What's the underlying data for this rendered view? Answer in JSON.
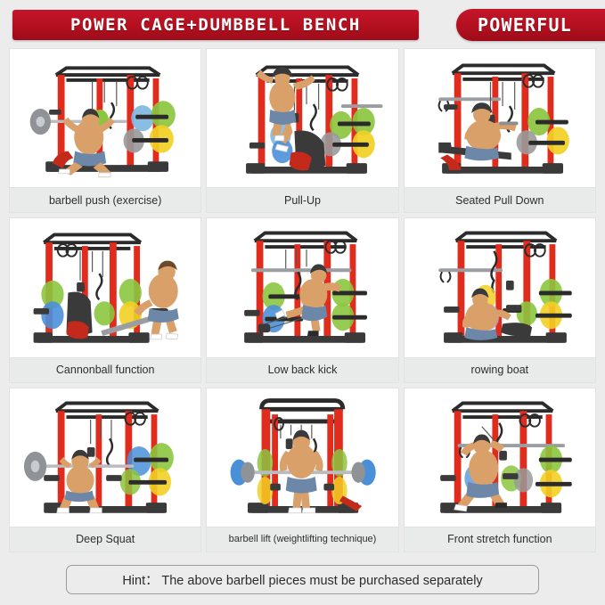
{
  "header": {
    "main_banner": "POWER CAGE+DUMBBELL BENCH",
    "pill_banner": "POWERFUL",
    "banner_color": "#b3101f"
  },
  "colors": {
    "page_background": "#ececec",
    "cell_background": "#ffffff",
    "caption_background": "#e9eaea",
    "accent_red": "#b3101f",
    "frame_red": "#e02b1d",
    "frame_black": "#2b2b2b",
    "plate_green": "#8cc63f",
    "plate_yellow": "#f2d024",
    "plate_blue": "#4a90d9",
    "plate_gray": "#8a8a8a",
    "skin": "#d9a06a",
    "shorts_blue": "#6c87a8"
  },
  "grid": {
    "rows": 3,
    "columns": 3,
    "cells": [
      {
        "index": 1,
        "caption": "barbell push  (exercise)",
        "scene": "barbell-push"
      },
      {
        "index": 2,
        "caption": "Pull-Up",
        "scene": "pull-up"
      },
      {
        "index": 3,
        "caption": "Seated Pull Down",
        "scene": "seated-pull-down"
      },
      {
        "index": 4,
        "caption": "Cannonball function",
        "scene": "cannonball"
      },
      {
        "index": 5,
        "caption": "Low back kick",
        "scene": "low-back-kick"
      },
      {
        "index": 6,
        "caption": "rowing boat",
        "scene": "rowing-boat"
      },
      {
        "index": 7,
        "caption": "Deep Squat",
        "scene": "deep-squat"
      },
      {
        "index": 8,
        "caption": "barbell lift (weightlifting technique)",
        "scene": "barbell-lift"
      },
      {
        "index": 9,
        "caption": "Front stretch function",
        "scene": "front-stretch"
      }
    ]
  },
  "hint": {
    "text": "Hint： The above barbell pieces must be purchased separately"
  }
}
